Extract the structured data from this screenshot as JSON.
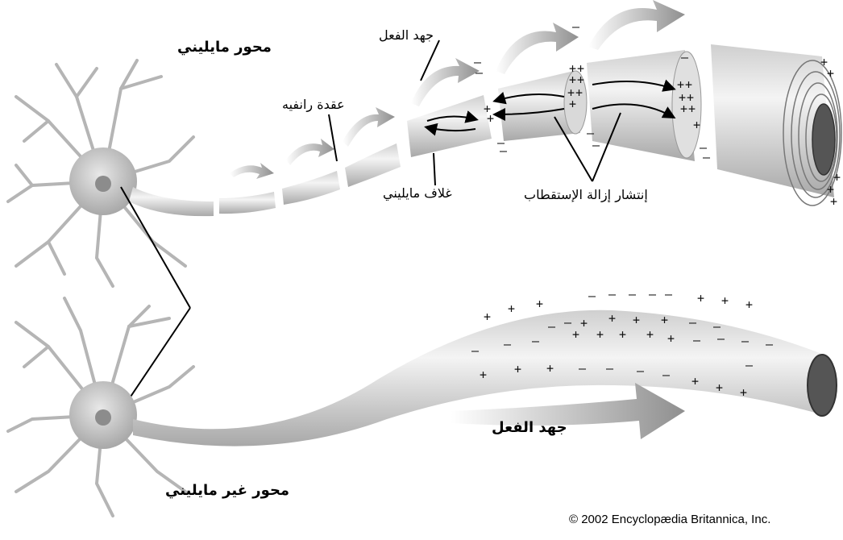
{
  "labels": {
    "myelinated_axon": "محور مايليني",
    "action_potential_top": "جهد الفعل",
    "node_of_ranvier": "عقدة رانفيه",
    "myelin_sheath": "غلاف مايليني",
    "depolarization_spread": "إنتشار إزالة الإستقطاب",
    "action_potential_bottom": "جهد الفعل",
    "unmyelinated_axon": "محور غير مايليني",
    "copyright": "© 2002 Encyclopædia Britannica, Inc."
  },
  "charge_symbols": {
    "plus": "+",
    "minus": "–"
  },
  "colors": {
    "background": "#ffffff",
    "neuron": "#b8b8b8",
    "axon": "#d9d9d9",
    "arrow": "#9a9a9a",
    "line": "#000000"
  }
}
